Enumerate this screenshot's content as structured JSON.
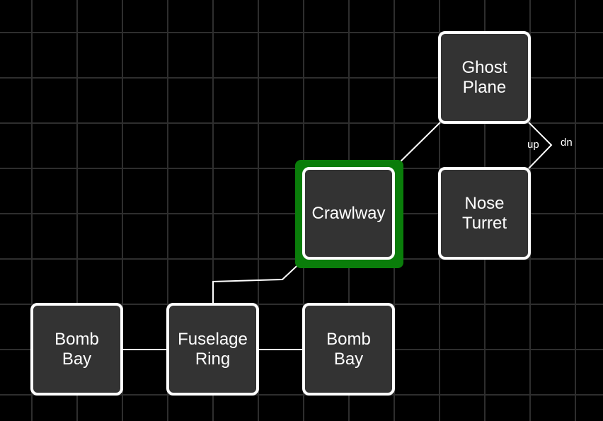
{
  "diagram": {
    "selected_node": "crawlway",
    "colors": {
      "background": "#000000",
      "grid": "#2e2e2e",
      "node_fill": "#333333",
      "node_border": "#ffffff",
      "selection": "#0a7d0a",
      "edge": "#ffffff"
    },
    "nodes": {
      "ghost_plane": {
        "line1": "Ghost",
        "line2": "Plane"
      },
      "nose_turret": {
        "line1": "Nose",
        "line2": "Turret"
      },
      "crawlway": {
        "line1": "Crawlway"
      },
      "bomb_bay_left": {
        "line1": "Bomb",
        "line2": "Bay"
      },
      "fuselage_ring": {
        "line1": "Fuselage",
        "line2": "Ring"
      },
      "bomb_bay_right": {
        "line1": "Bomb",
        "line2": "Bay"
      }
    },
    "edges": [
      {
        "from": "ghost_plane",
        "to": "crawlway"
      },
      {
        "from": "ghost_plane",
        "to": "nose_turret",
        "label_from": "up",
        "label_to": "dn"
      },
      {
        "from": "crawlway",
        "to": "fuselage_ring"
      },
      {
        "from": "bomb_bay_left",
        "to": "fuselage_ring"
      },
      {
        "from": "fuselage_ring",
        "to": "bomb_bay_right"
      }
    ],
    "edge_labels": {
      "up": "up",
      "dn": "dn"
    }
  }
}
